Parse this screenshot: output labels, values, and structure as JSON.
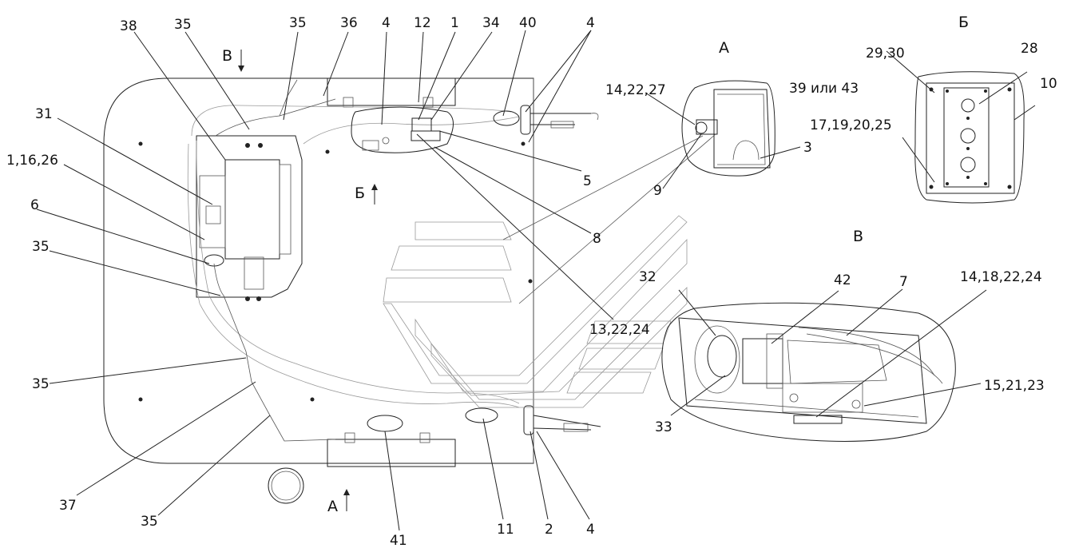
{
  "drawing": {
    "views": {
      "a_label": "А",
      "b_label": "Б",
      "v_label": "В",
      "arrow_b_top": "В",
      "arrow_b_mid": "Б",
      "arrow_a_bottom": "А"
    },
    "callouts": {
      "c38": "38",
      "c35a": "35",
      "c35b": "35",
      "c36": "36",
      "c4a": "4",
      "c12": "12",
      "c1": "1",
      "c34": "34",
      "c40": "40",
      "c4b": "4",
      "c31": "31",
      "c1_16_26": "1,16,26",
      "c6": "6",
      "c35c": "35",
      "c35d": "35",
      "c37": "37",
      "c35e": "35",
      "c41": "41",
      "c11": "11",
      "c2": "2",
      "c4c": "4",
      "c5": "5",
      "c8": "8",
      "c13_22_24": "13,22,24",
      "c14_22_27": "14,22,27",
      "c39_43": "39 или 43",
      "c3": "3",
      "c9": "9",
      "c29_30": "29,30",
      "c28": "28",
      "c10": "10",
      "c17_19_20_25": "17,19,20,25",
      "c42": "42",
      "c7": "7",
      "c14_18_22_24": "14,18,22,24",
      "c32": "32",
      "c15_21_23": "15,21,23",
      "c33": "33"
    }
  }
}
